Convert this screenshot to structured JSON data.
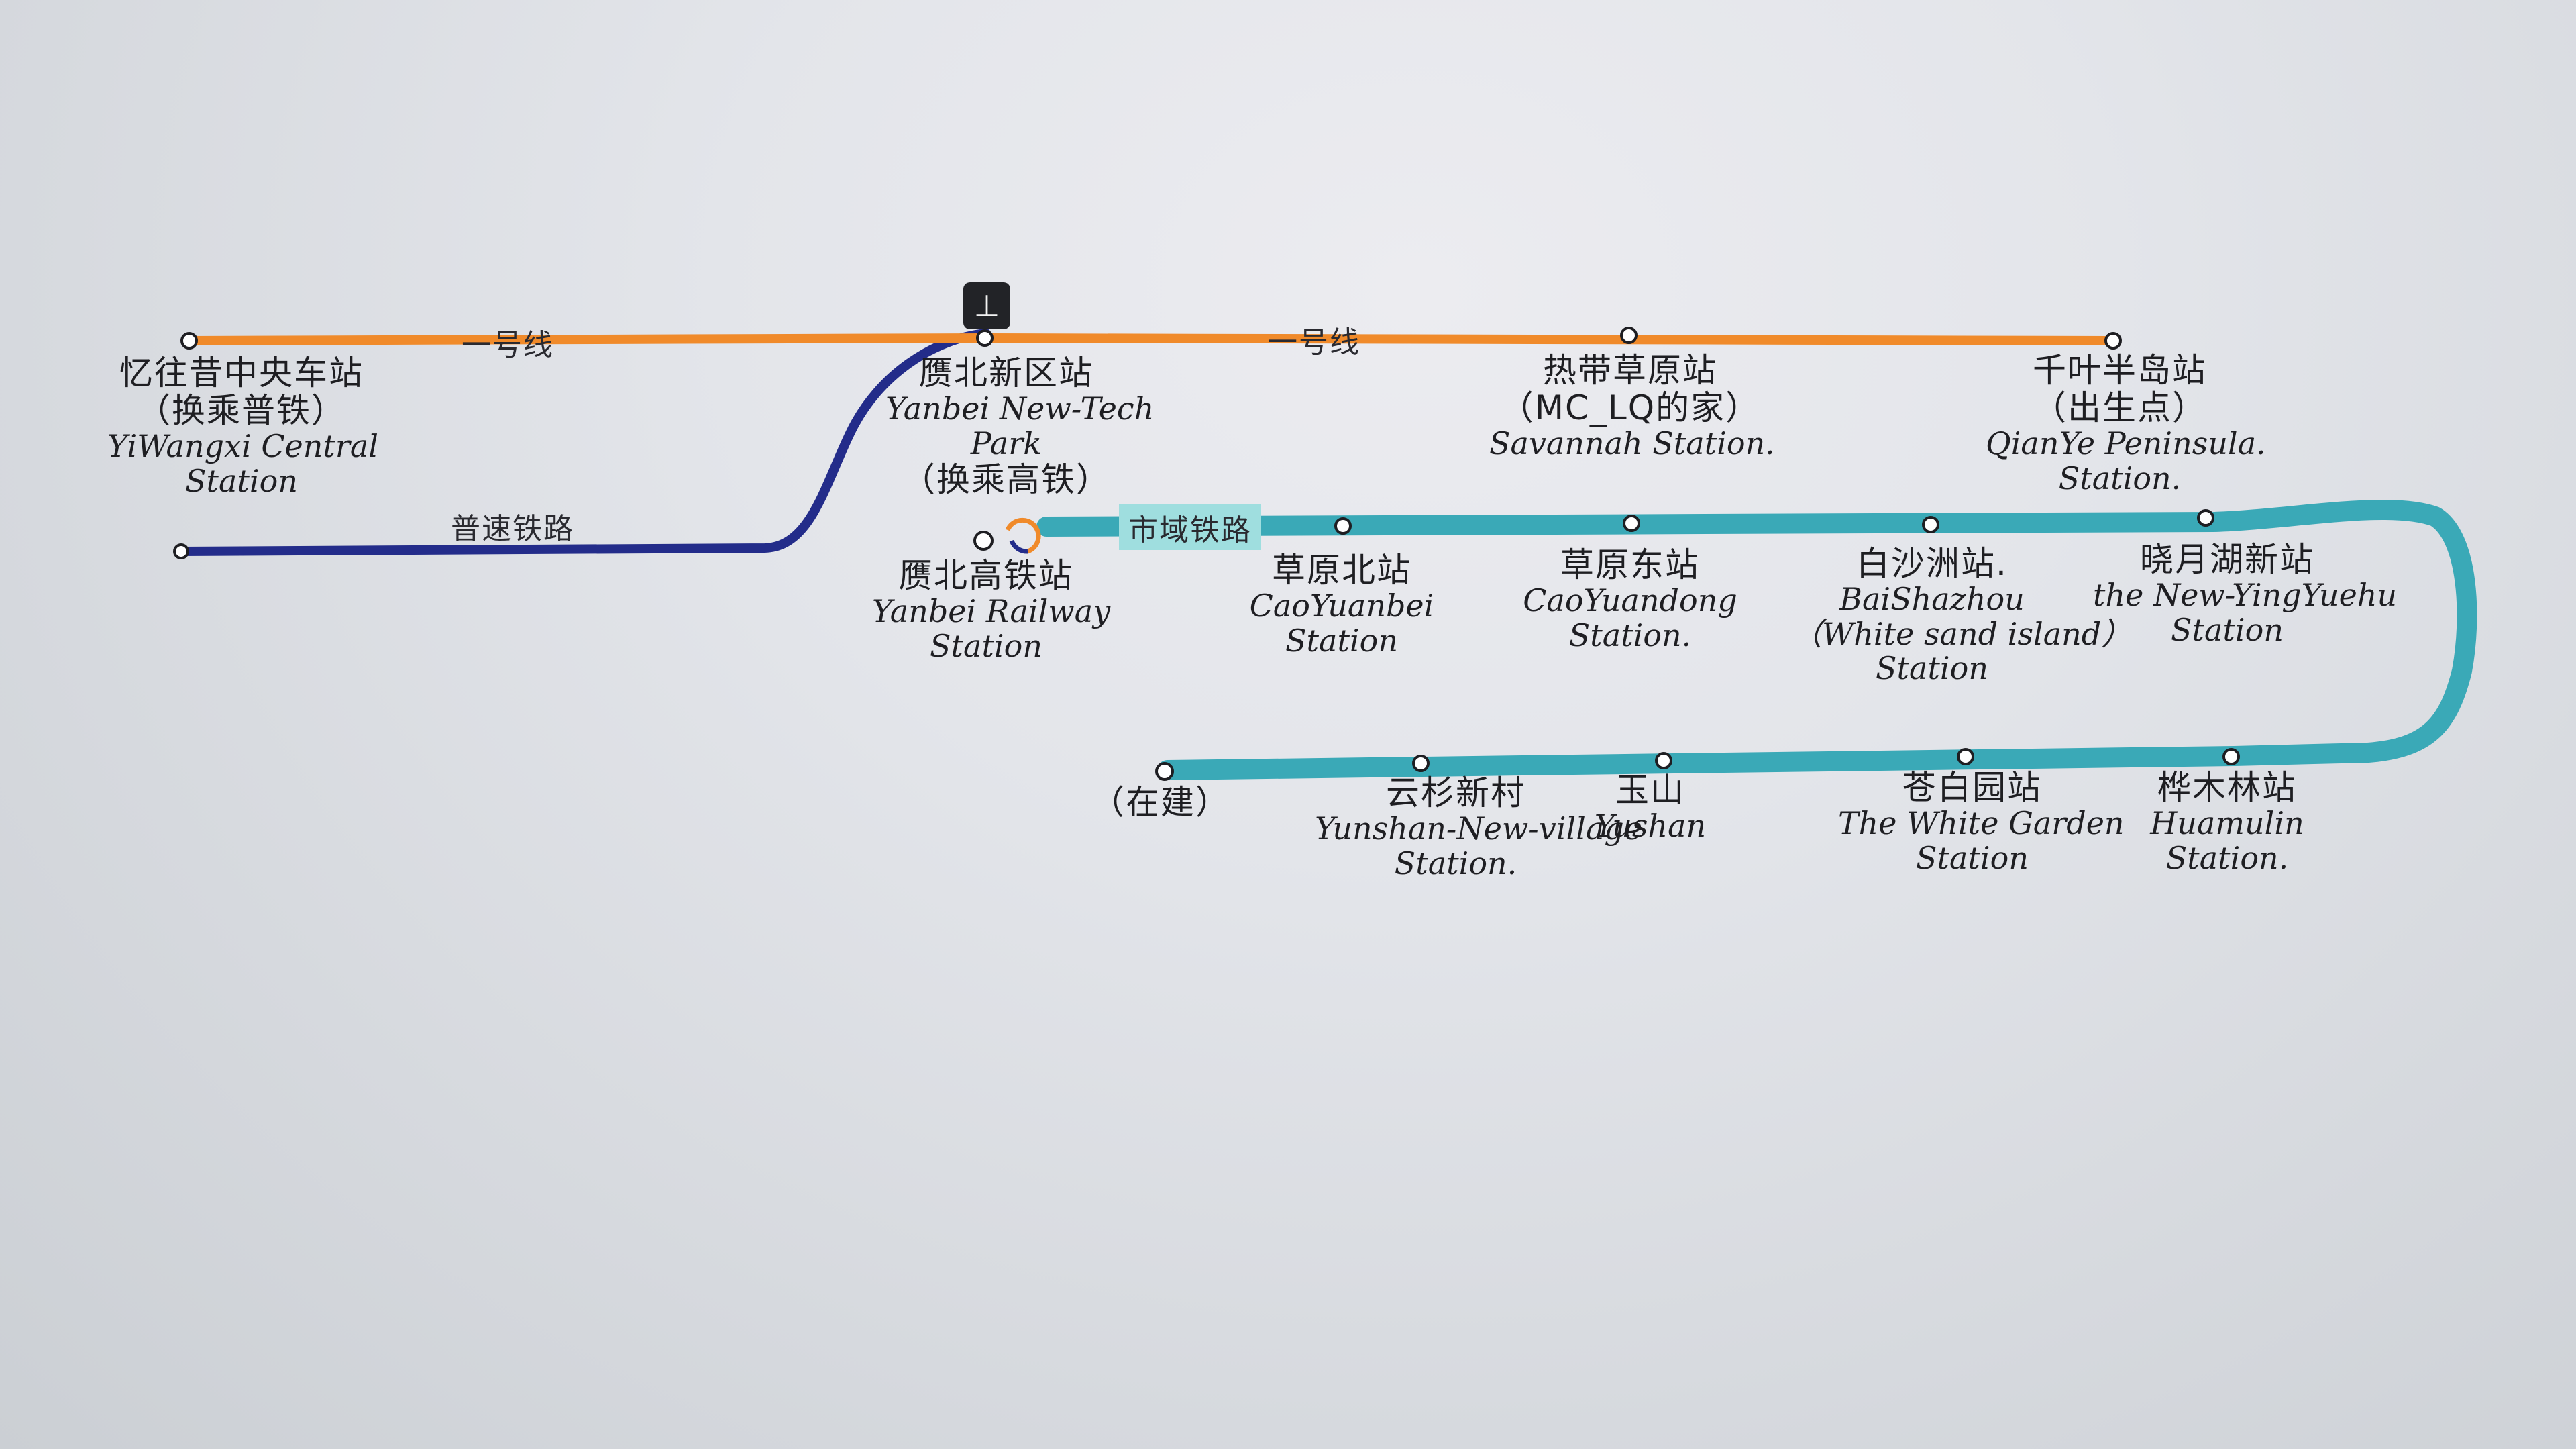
{
  "colors": {
    "line1": "#f08a2a",
    "conventional_rail": "#232c8a",
    "city_rail": "#3aa9b7",
    "city_rail_label_bg": "#9fdedf",
    "ink": "#1e1e22"
  },
  "line_labels": {
    "line1_west": "一号线",
    "line1_east": "一号线",
    "conventional_rail": "普速铁路",
    "city_rail": "市域铁路"
  },
  "icons": {
    "transfer": "transfer-icon",
    "interchange": "interchange-icon"
  },
  "stations": {
    "yiwangxi": {
      "zh": "忆往昔中央车站",
      "zh_note": "（换乘普铁）",
      "en1": "YiWangxi Central",
      "en2": "Station"
    },
    "yanbei_newtech": {
      "zh": "赝北新区站",
      "en1": "Yanbei New-Tech",
      "en2": "Park",
      "zh_note": "（换乘高铁）"
    },
    "redai": {
      "zh": "热带草原站",
      "zh_note": "（MC_LQ的家）",
      "en1": "Savannah Station."
    },
    "qianye": {
      "zh": "千叶半岛站",
      "zh_note": "（出生点）",
      "en1": "QianYe Peninsula.",
      "en2": "Station."
    },
    "yanbei_railway": {
      "zh": "赝北高铁站",
      "en1": "Yanbei Railway",
      "en2": "Station"
    },
    "caoyuanbei": {
      "zh": "草原北站",
      "en1": "CaoYuanbei",
      "en2": "Station"
    },
    "caoyuandong": {
      "zh": "草原东站",
      "en1": "CaoYuandong",
      "en2": "Station."
    },
    "baishazhou": {
      "zh": "白沙洲站.",
      "en1": "BaiShazhou",
      "en2": "（White sand island）",
      "en3": "Station"
    },
    "xiaoyuehu": {
      "zh": "晓月湖新站",
      "en1": "the New-YingYuehu",
      "en2": "Station"
    },
    "zaijian": {
      "zh": "（在建）"
    },
    "yunshan": {
      "zh": "云杉新村",
      "en1": "Yunshan-New-village",
      "en2": "Station."
    },
    "yushan": {
      "zh": "玉山",
      "en1": "Yushan"
    },
    "cangbaiyuan": {
      "zh": "苍白园站",
      "en1": "The White Garden",
      "en2": "Station"
    },
    "huamulin": {
      "zh": "桦木林站",
      "en1": "Huamulin",
      "en2": "Station."
    }
  }
}
